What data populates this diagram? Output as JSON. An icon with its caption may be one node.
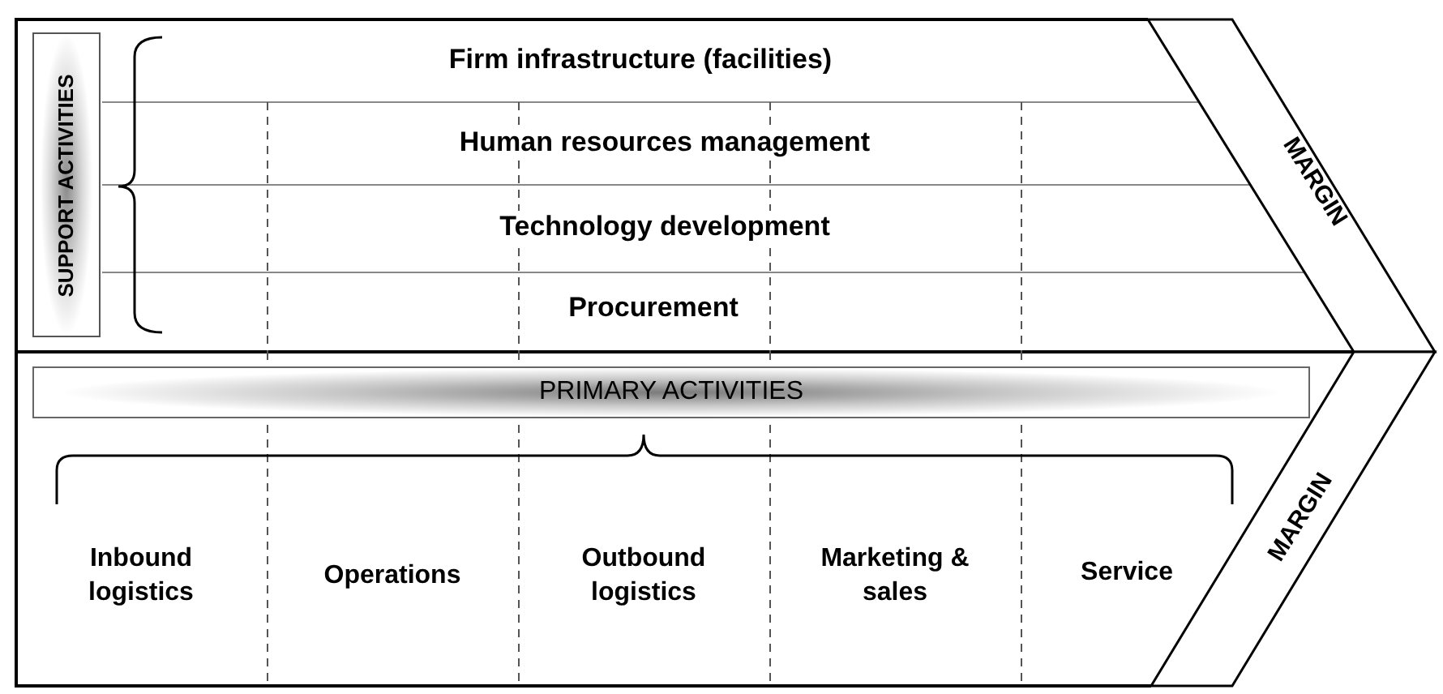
{
  "diagram": {
    "nodes": [
      {
        "text": [
          "SUPPORT ACTIVITIES"
        ]
      },
      {
        "text": [
          "Firm infrastructure (facilities)"
        ]
      },
      {
        "text": [
          "Human resources management"
        ]
      },
      {
        "text": [
          "Technology development"
        ]
      },
      {
        "text": [
          "Procurement"
        ]
      },
      {
        "text": [
          "MARGIN"
        ]
      },
      {
        "text": [
          "PRIMARY ACTIVITIES"
        ]
      },
      {
        "text": [
          "Inbound logistics"
        ]
      },
      {
        "text": [
          "Operations"
        ]
      },
      {
        "text": [
          "Outbound logistics"
        ]
      },
      {
        "text": [
          "Marketing & sales"
        ]
      },
      {
        "text": [
          "Service"
        ]
      },
      {
        "text": [
          "MARGIN"
        ]
      }
    ]
  }
}
